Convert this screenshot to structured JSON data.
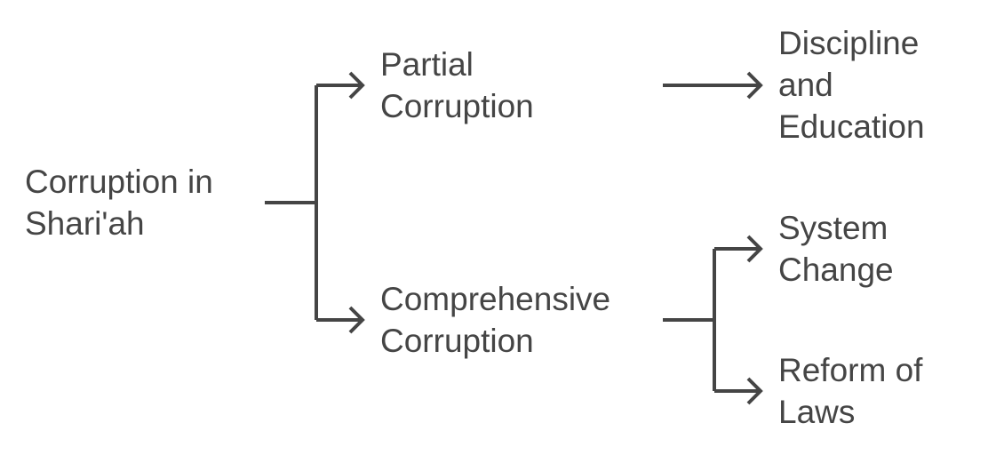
{
  "diagram": {
    "root": {
      "lines": [
        "Corruption in",
        "Shari'ah"
      ]
    },
    "partial": {
      "lines": [
        "Partial",
        "Corruption"
      ]
    },
    "comprehensive": {
      "lines": [
        "Comprehensive",
        "Corruption"
      ]
    },
    "discipline": {
      "lines": [
        "Discipline",
        "and",
        "Education"
      ]
    },
    "system": {
      "lines": [
        "System",
        "Change"
      ]
    },
    "reform": {
      "lines": [
        "Reform of",
        "Laws"
      ]
    }
  },
  "colors": {
    "text": "#454545",
    "connector": "#454545",
    "background": "#ffffff"
  }
}
